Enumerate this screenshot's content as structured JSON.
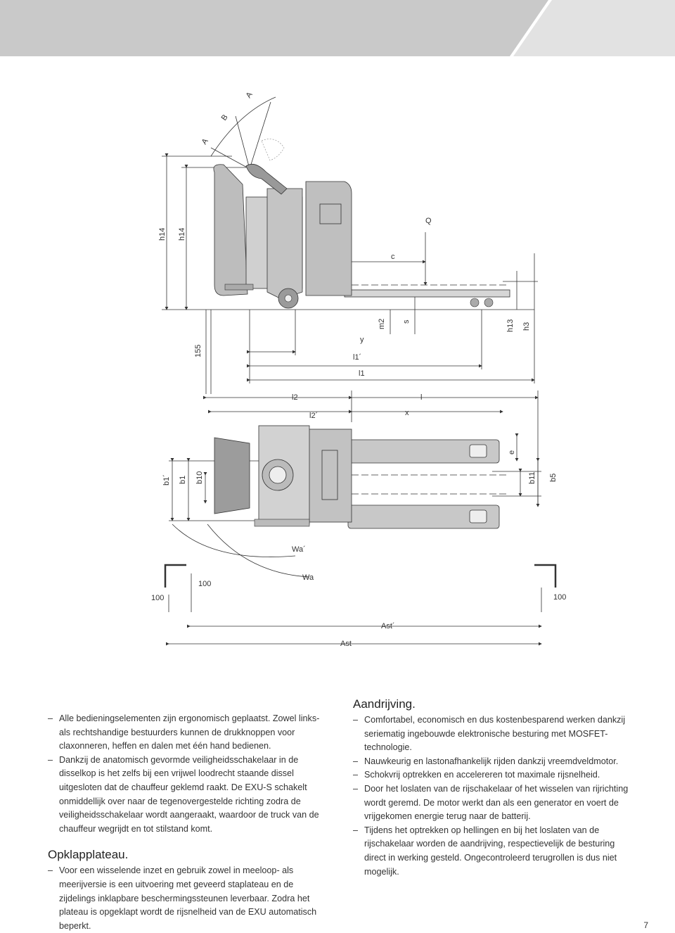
{
  "drawing_labels": {
    "angle_A": "A",
    "angle_B": "B",
    "angle_A2": "A",
    "h14_outer": "h14",
    "h14_inner": "h14",
    "Q": "Q",
    "c": "c",
    "m2": "m2",
    "s": "s",
    "h13": "h13",
    "h3": "h3",
    "d155": "155",
    "y": "y",
    "l1_prime": "l1´",
    "l1": "l1",
    "l2": "l2",
    "l": "l",
    "l2_prime": "l2´",
    "x": "x",
    "b1_prime": "b1´",
    "b1": "b1",
    "b10": "b10",
    "e": "e",
    "b11": "b11",
    "b5": "b5",
    "wa_prime": "Wa´",
    "wa": "Wa",
    "d100_left": "100",
    "d100_mid": "100",
    "d100_right": "100",
    "ast_prime": "Ast´",
    "ast": "Ast"
  },
  "left_column": {
    "bullet1": "Alle bedieningselementen zijn ergonomisch geplaatst. Zowel links- als rechtshandige bestuurders kunnen de drukknoppen voor claxonneren, heffen en dalen met één hand bedienen.",
    "bullet2": "Dankzij de anatomisch gevormde veiligheidsschakelaar in de disselkop is het zelfs bij een vrijwel loodrecht staande dissel uitgesloten dat de chauffeur geklemd raakt. De EXU-S schakelt onmiddellijk over naar de tegenovergestelde richting zodra de veiligheidsschakelaar wordt aangeraakt, waardoor de truck van de chauffeur wegrijdt en tot stilstand komt.",
    "heading2": "Opklapplateau.",
    "bullet3": "Voor een wisselende inzet en gebruik zowel in meeloop- als meerijversie is een uitvoering met geveerd staplateau en de zijdelings inklapbare beschermingssteunen leverbaar. Zodra het plateau is opgeklapt wordt de rijsnelheid van de EXU automatisch beperkt."
  },
  "right_column": {
    "heading": "Aandrijving.",
    "bullet1": "Comfortabel, economisch en dus kostenbesparend werken dankzij seriematig ingebouwde elektronische besturing met MOSFET-technologie.",
    "bullet2": "Nauwkeurig en lastonafhankelijk rijden dankzij vreemdveldmotor.",
    "bullet3": "Schokvrij optrekken en accelereren tot maximale rijsnelheid.",
    "bullet4": "Door het loslaten van de rijschakelaar of het wisselen van rijrichting wordt geremd. De motor werkt dan als een generator en voert de vrijgekomen energie terug naar de batterij.",
    "bullet5": "Tijdens het optrekken op hellingen en bij het loslaten van de rijschakelaar worden de aandrijving, respectievelijk de besturing direct in werking gesteld. Ongecontroleerd terugrollen is dus niet mogelijk."
  },
  "page_number": "7",
  "colors": {
    "band": "#c9c9c9",
    "band_light": "#e2e2e2",
    "line": "#333333",
    "truck_fill": "#bdbdbd"
  }
}
